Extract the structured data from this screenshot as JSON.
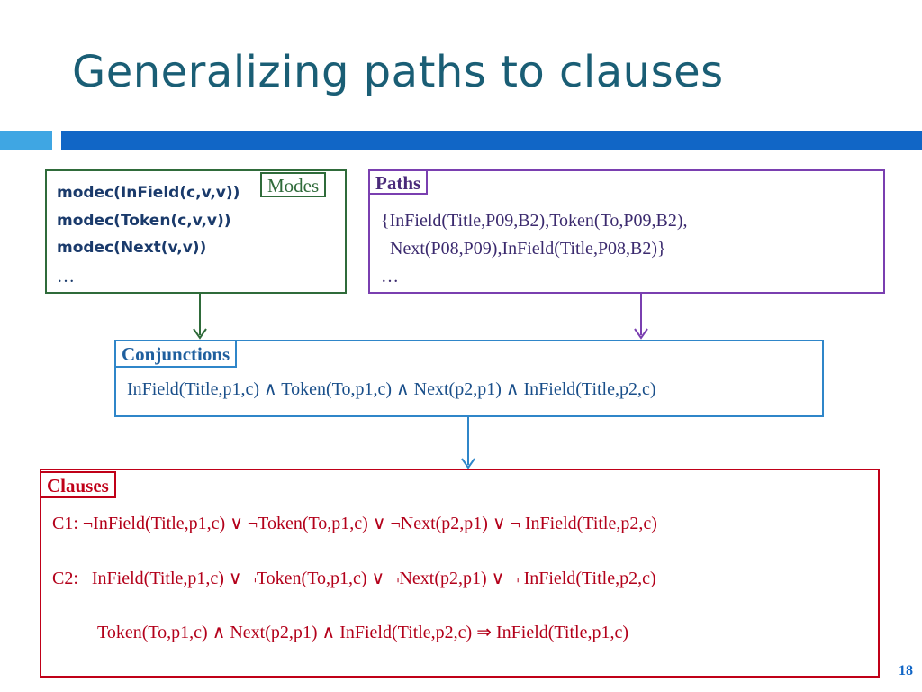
{
  "slide": {
    "title": "Generalizing paths to clauses",
    "page_number": "18"
  },
  "modes": {
    "label": "Modes",
    "lines": [
      "modec(InField(c,v,v))",
      "modec(Token(c,v,v))",
      "modec(Next(v,v))",
      "…"
    ]
  },
  "paths": {
    "label": "Paths",
    "lines": [
      "{InField(Title,P09,B2),Token(To,P09,B2),",
      "Next(P08,P09),InField(Title,P08,B2)}",
      "…"
    ]
  },
  "conjunctions": {
    "label": "Conjunctions",
    "text": "InField(Title,p1,c) ∧ Token(To,p1,c) ∧ Next(p2,p1) ∧ InField(Title,p2,c)"
  },
  "clauses": {
    "label": "Clauses",
    "c1": "C1: ¬InField(Title,p1,c) ∨ ¬Token(To,p1,c) ∨ ¬Next(p2,p1) ∨ ¬ InField(Title,p2,c)",
    "c2": "C2:   InField(Title,p1,c) ∨ ¬Token(To,p1,c) ∨ ¬Next(p2,p1) ∨ ¬ InField(Title,p2,c)",
    "rule": "Token(To,p1,c) ∧ Next(p2,p1) ∧ InField(Title,p2,c) ⇒ InField(Title,p1,c)"
  },
  "colors": {
    "title": "#1a5e75",
    "bar_light": "#3fa6e3",
    "bar_dark": "#1166c6",
    "modes": "#2f6b3a",
    "paths": "#7a3fb0",
    "conjunctions": "#2f86c9",
    "clauses": "#c00018"
  }
}
